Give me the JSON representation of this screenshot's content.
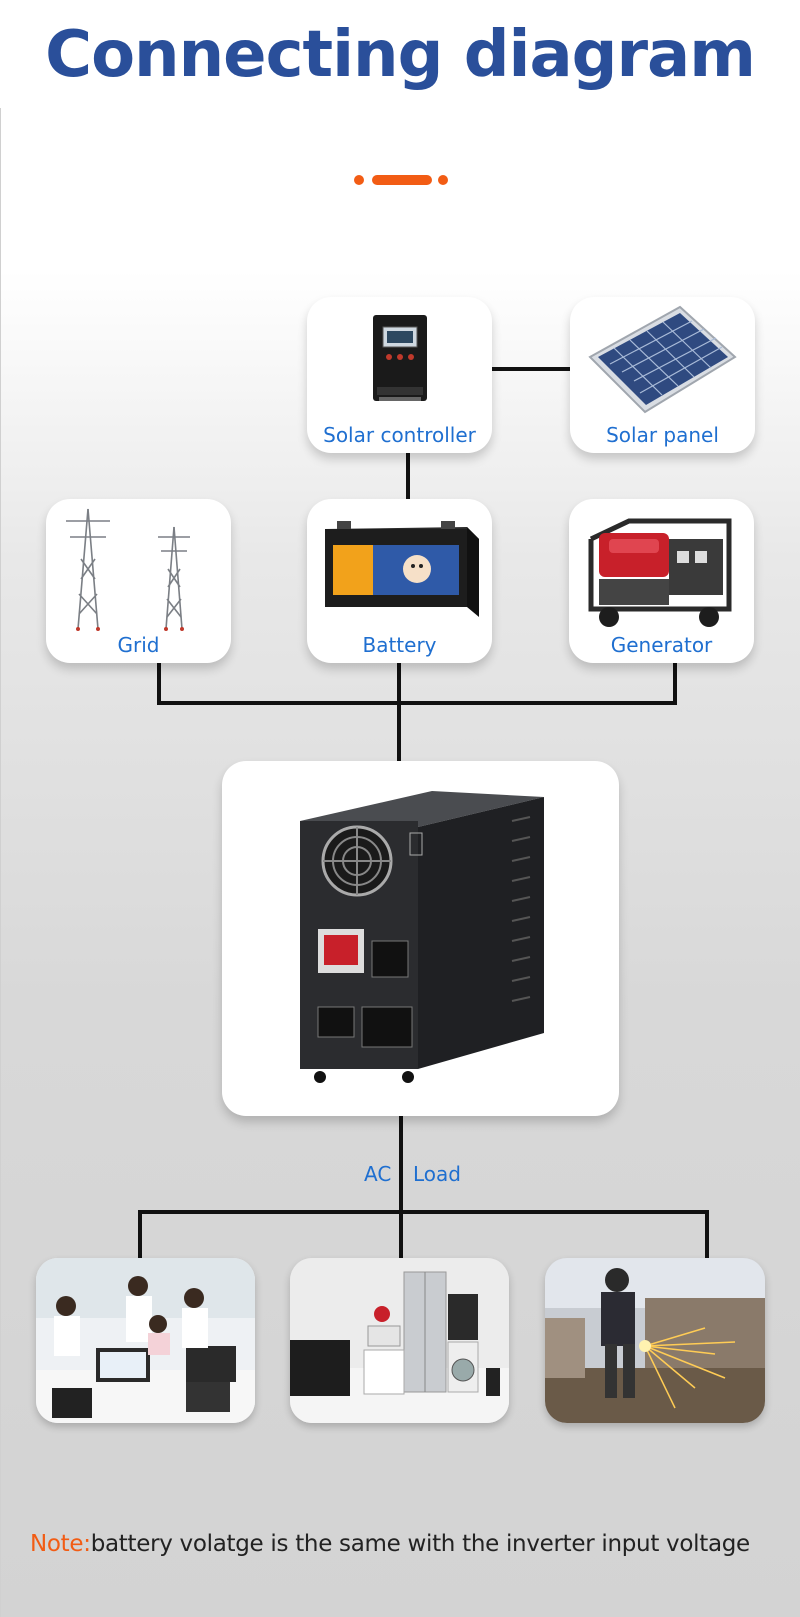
{
  "title": "Connecting diagram",
  "accent_color": "#f25c14",
  "title_color": "#2a4f9a",
  "label_color": "#1f6fd0",
  "nodes": {
    "solar_controller": {
      "label": "Solar controller",
      "icon": "solar-controller-icon"
    },
    "solar_panel": {
      "label": "Solar panel",
      "icon": "solar-panel-icon"
    },
    "grid": {
      "label": "Grid",
      "icon": "power-tower-icon"
    },
    "battery": {
      "label": "Battery",
      "icon": "battery-icon"
    },
    "generator": {
      "label": "Generator",
      "icon": "generator-icon"
    },
    "inverter": {
      "icon": "inverter-icon"
    }
  },
  "ac_load": {
    "ac": "AC",
    "load": "Load"
  },
  "loads": [
    {
      "icon": "office-icon"
    },
    {
      "icon": "appliances-icon"
    },
    {
      "icon": "welding-icon"
    }
  ],
  "note": {
    "prefix": "Note:",
    "text": "battery volatge is the same with the inverter input voltage"
  }
}
